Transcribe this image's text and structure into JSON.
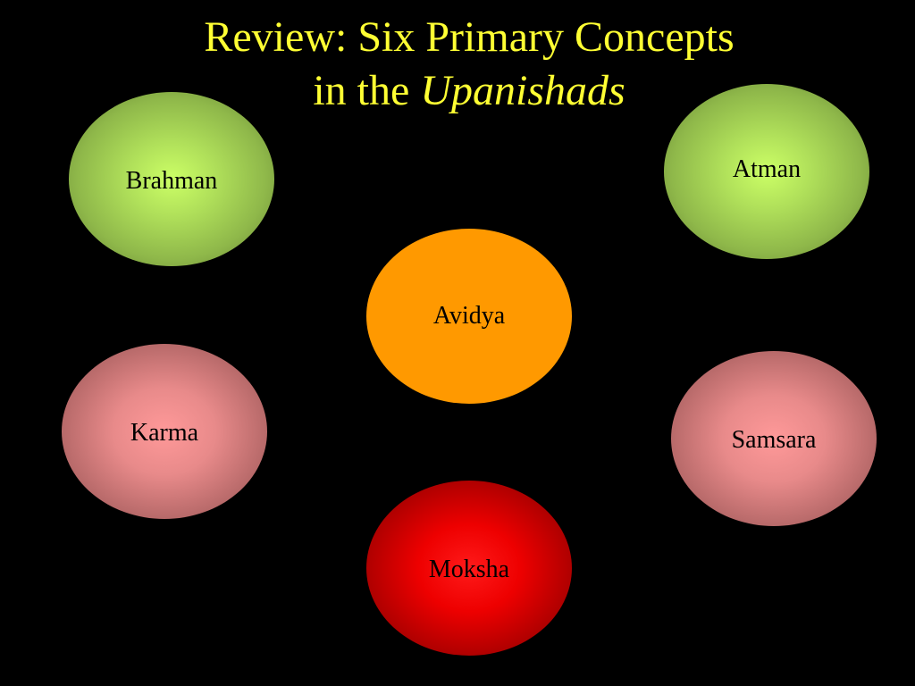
{
  "title": {
    "line1": "Review: Six Primary Concepts",
    "line2_prefix": "in the ",
    "line2_italic": "Upanishads"
  },
  "concepts": [
    {
      "label": "Brahman",
      "color": "#b0e05a"
    },
    {
      "label": "Atman",
      "color": "#b0e05a"
    },
    {
      "label": "Avidya",
      "color": "#ff9900"
    },
    {
      "label": "Karma",
      "color": "#e88a8a"
    },
    {
      "label": "Samsara",
      "color": "#e88a8a"
    },
    {
      "label": "Moksha",
      "color": "#ee0000"
    }
  ],
  "colors": {
    "background": "#000000",
    "title_text": "#ffff33",
    "node_text": "#000000"
  }
}
